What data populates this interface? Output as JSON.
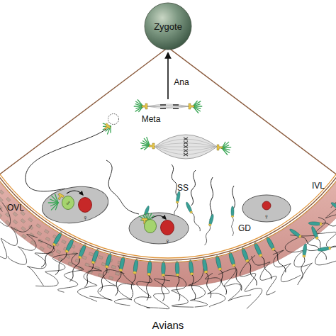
{
  "diagram": {
    "caption": "Avians",
    "nodes": [
      {
        "text": [
          "Zygote"
        ]
      },
      {
        "text": [
          "♂",
          "♀"
        ]
      },
      {
        "text": [
          "♀"
        ]
      },
      {
        "text": [
          "GD",
          "♀"
        ]
      }
    ],
    "labels": [
      "Ana",
      "Meta",
      "SS",
      "IVL",
      "OVL"
    ]
  }
}
